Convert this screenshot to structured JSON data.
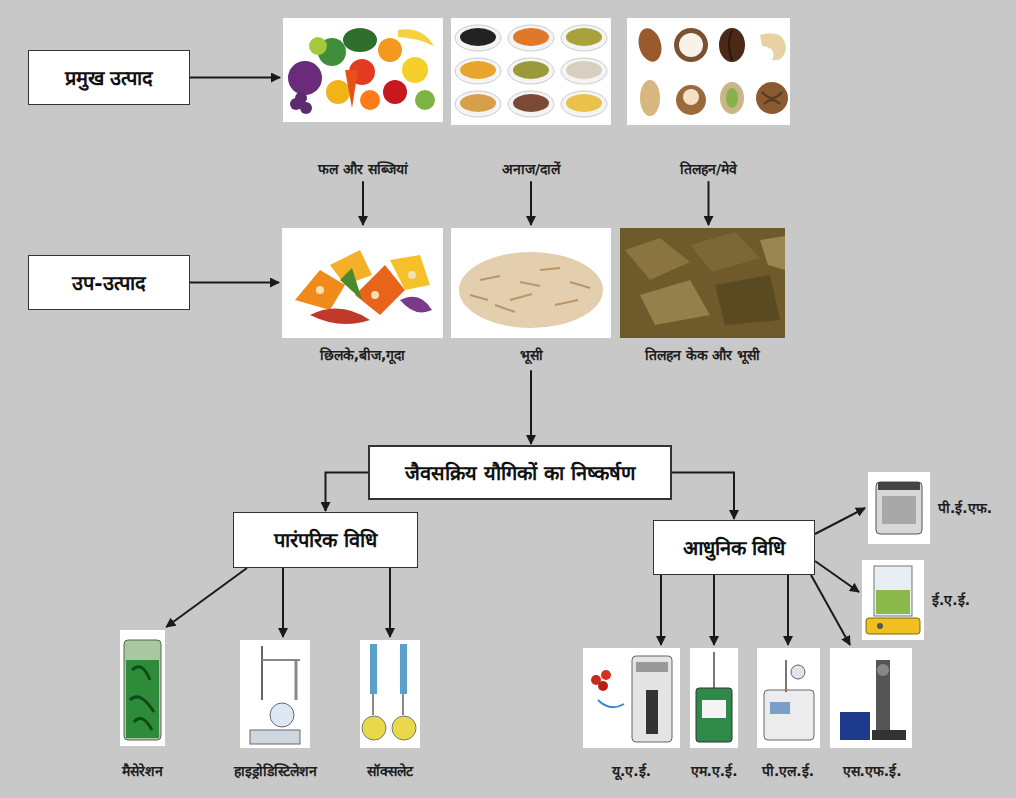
{
  "diagram": {
    "nodes": [
      {
        "text": [
          "प्रमुख उत्पाद"
        ]
      },
      {
        "text": [
          "फल और सब्जियां"
        ]
      },
      {
        "text": [
          "अनाज/दालें"
        ]
      },
      {
        "text": [
          "तिलहन/मेवे"
        ]
      },
      {
        "text": [
          "उप-उत्पाद"
        ]
      },
      {
        "text": [
          "छिलके,बीज,गूदा"
        ]
      },
      {
        "text": [
          "भूसी"
        ]
      },
      {
        "text": [
          "तिलहन केक और भूसी"
        ]
      },
      {
        "text": [
          "जैवसक्रिय यौगिकों का निष्कर्षण"
        ]
      },
      {
        "text": [
          "पारंपरिक विधि"
        ]
      },
      {
        "text": [
          "आधुनिक विधि"
        ]
      },
      {
        "text": [
          "मैसेरेशन"
        ]
      },
      {
        "text": [
          "हाइड्रोडिस्टिलेशन"
        ]
      },
      {
        "text": [
          "सॉक्सलेट"
        ]
      },
      {
        "text": [
          "पी.ई.एफ."
        ]
      },
      {
        "text": [
          "ई.ए.ई."
        ]
      },
      {
        "text": [
          "यू.ए.ई."
        ]
      },
      {
        "text": [
          "एम.ए.ई."
        ]
      },
      {
        "text": [
          "पी.एल.ई."
        ]
      },
      {
        "text": [
          "एस.एफ.ई."
        ]
      }
    ],
    "edges": [
      {
        "from": 0,
        "to": 1,
        "arrow": "to"
      },
      {
        "from": 1,
        "to": 5,
        "arrow": "to"
      },
      {
        "from": 2,
        "to": 6,
        "arrow": "to"
      },
      {
        "from": 3,
        "to": 7,
        "arrow": "to"
      },
      {
        "from": 4,
        "to": 5,
        "arrow": "to"
      },
      {
        "from": 6,
        "to": 8,
        "arrow": "to"
      },
      {
        "from": 8,
        "to": 9,
        "arrow": "to"
      },
      {
        "from": 8,
        "to": 10,
        "arrow": "to"
      },
      {
        "from": 9,
        "to": 11,
        "arrow": "to"
      },
      {
        "from": 9,
        "to": 12,
        "arrow": "to"
      },
      {
        "from": 9,
        "to": 13,
        "arrow": "to"
      },
      {
        "from": 10,
        "to": 14,
        "arrow": "to"
      },
      {
        "from": 10,
        "to": 15,
        "arrow": "to"
      },
      {
        "from": 10,
        "to": 16,
        "arrow": "to"
      },
      {
        "from": 10,
        "to": 17,
        "arrow": "to"
      },
      {
        "from": 10,
        "to": 18,
        "arrow": "to"
      },
      {
        "from": 10,
        "to": 19,
        "arrow": "to"
      }
    ]
  }
}
